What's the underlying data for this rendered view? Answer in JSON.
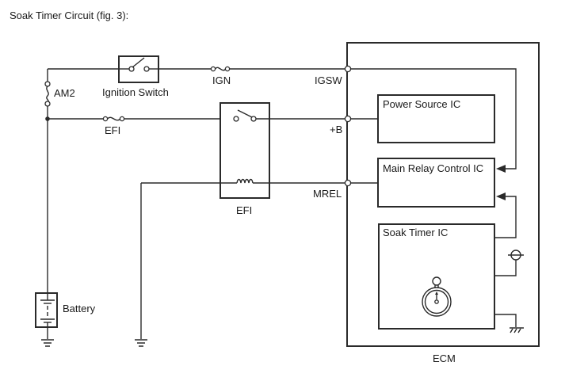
{
  "title": "Soak Timer Circuit (fig. 3):",
  "components": {
    "am2_fuse": "AM2",
    "ignition_switch": "Ignition Switch",
    "ign_fuse": "IGN",
    "efi_fuse": "EFI",
    "efi_relay": "EFI",
    "battery": "Battery"
  },
  "ecm": {
    "label": "ECM",
    "terminals": {
      "igsw": "IGSW",
      "b_plus": "+B",
      "mrel": "MREL"
    },
    "ics": {
      "power_source": "Power Source IC",
      "main_relay_control": "Main Relay Control IC",
      "soak_timer": "Soak Timer IC"
    }
  },
  "icons": {
    "stopwatch": "stopwatch-icon",
    "ground": "ground-icon",
    "chassis_ground": "chassis-ground-icon",
    "switch": "switch-icon",
    "fuse": "fuse-icon",
    "relay_coil": "relay-coil-icon",
    "connector": "connector-icon"
  }
}
